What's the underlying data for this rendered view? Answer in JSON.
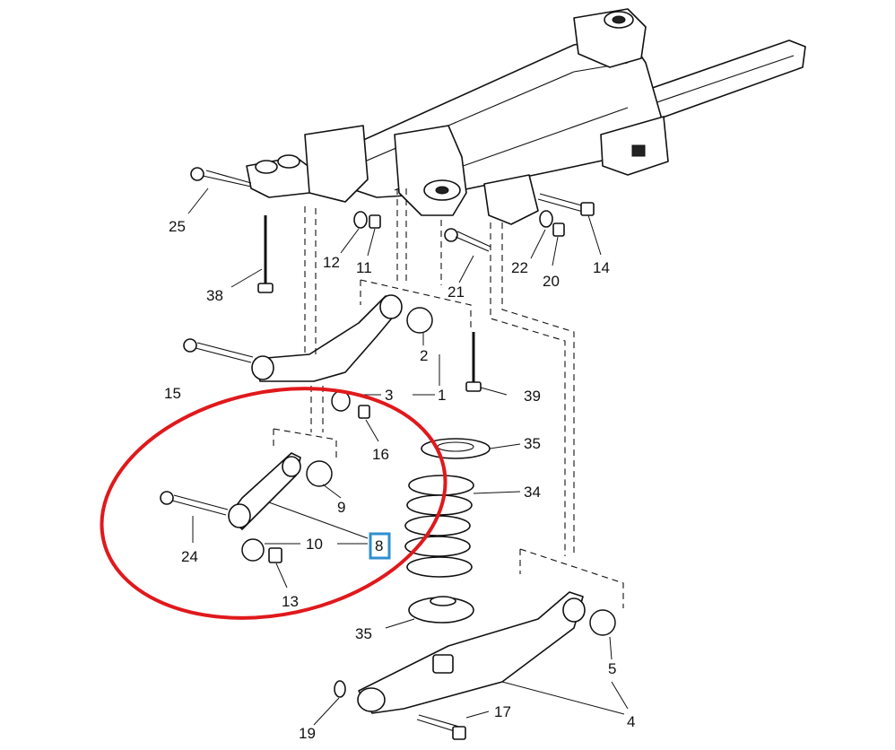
{
  "colors": {
    "highlight_ring": "#e0191c",
    "callout_box": "#2e8fd0",
    "line": "#111111",
    "background": "#ffffff"
  },
  "callouts": [
    {
      "label": "25"
    },
    {
      "label": "38"
    },
    {
      "label": "12"
    },
    {
      "label": "11"
    },
    {
      "label": "21"
    },
    {
      "label": "22"
    },
    {
      "label": "20"
    },
    {
      "label": "14"
    },
    {
      "label": "2"
    },
    {
      "label": "15"
    },
    {
      "label": "3"
    },
    {
      "label": "1"
    },
    {
      "label": "39"
    },
    {
      "label": "16"
    },
    {
      "label": "35"
    },
    {
      "label": "34"
    },
    {
      "label": "9"
    },
    {
      "label": "24"
    },
    {
      "label": "10"
    },
    {
      "label": "8"
    },
    {
      "label": "13"
    },
    {
      "label": "35"
    },
    {
      "label": "5"
    },
    {
      "label": "17"
    },
    {
      "label": "19"
    },
    {
      "label": "4"
    }
  ],
  "highlighted_part": "8"
}
